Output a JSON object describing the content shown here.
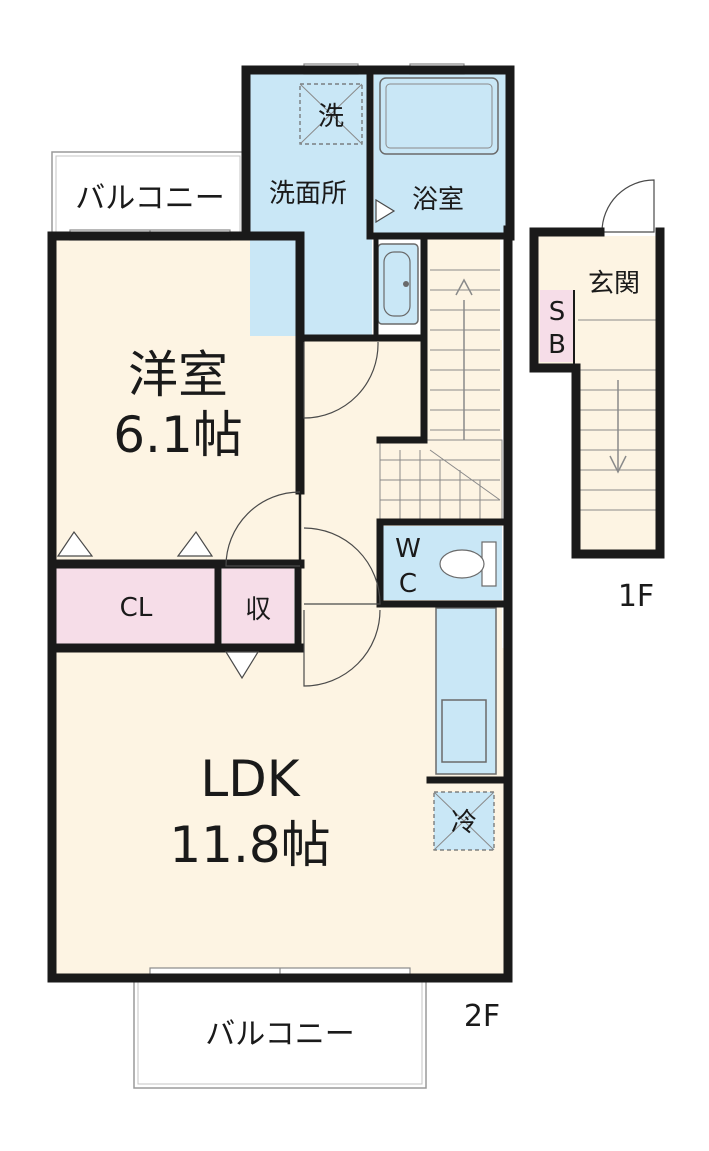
{
  "colors": {
    "wall": "#1a1a1a",
    "floor": "#fdf4e3",
    "wet": "#c9e7f6",
    "storage": "#f6dde8",
    "white": "#ffffff"
  },
  "icons": [
    "door-swing-icon",
    "stair-arrow-icon",
    "bathtub-icon",
    "washbasin-icon",
    "toilet-icon",
    "washer-pan-icon",
    "fridge-space-icon"
  ],
  "rooms": {
    "western": {
      "name": "洋室",
      "size": "6.1帖"
    },
    "ldk": {
      "name": "LDK",
      "size": "11.8帖"
    },
    "closet": "CL",
    "storage": "収",
    "washroom": "洗面所",
    "bath": "浴室",
    "washer": "洗",
    "toilet_line1": "W",
    "toilet_line2": "C",
    "fridge": "冷",
    "entrance": "玄関",
    "shoebox_line1": "S",
    "shoebox_line2": "B",
    "balcony_top": "バルコニー",
    "balcony_bottom": "バルコニー"
  },
  "floors": {
    "second": "2F",
    "first": "1F"
  }
}
